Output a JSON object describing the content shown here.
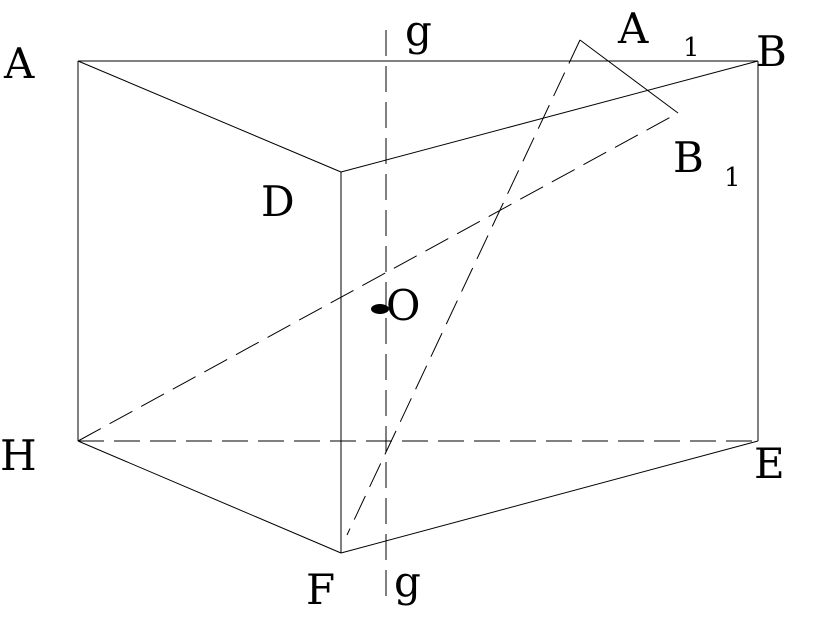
{
  "labels": {
    "A": "A",
    "A1_main": "A",
    "A1_sub": "1",
    "B": "B",
    "B1_main": "B",
    "B1_sub": "1",
    "D": "D",
    "O": "O",
    "H": "H",
    "E": "E",
    "F": "F",
    "g_top": "g",
    "g_bottom": "g"
  },
  "colors": {
    "ink": "#000000",
    "background": "#ffffff"
  }
}
